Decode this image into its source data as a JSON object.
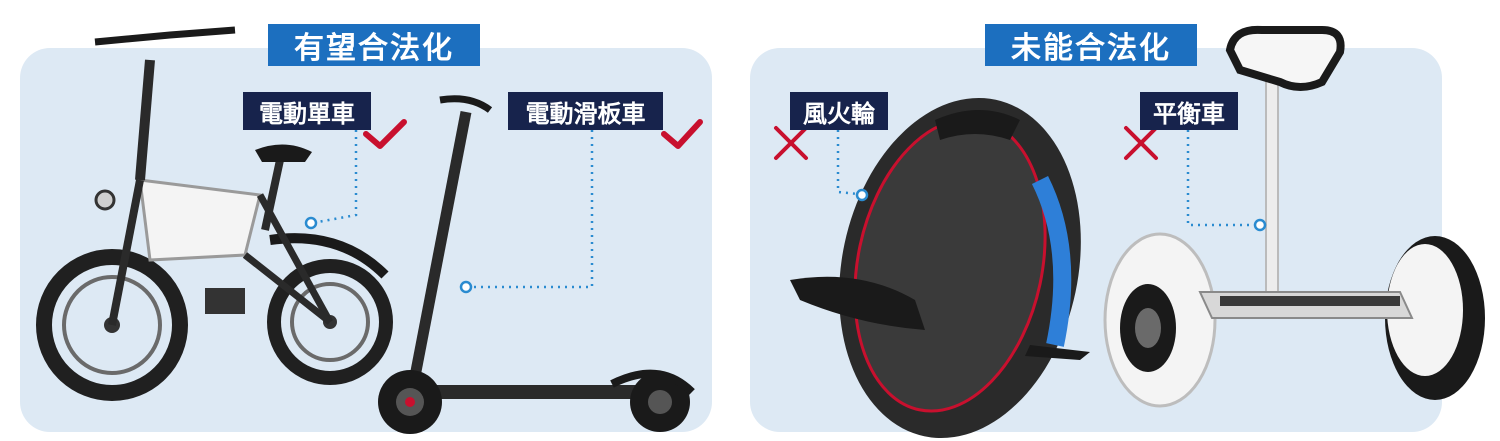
{
  "colors": {
    "panel_bg": "#dde9f4",
    "title_bg": "#1c6fbf",
    "label_bg": "#17234c",
    "check": "#c8102e",
    "cross": "#c8102e",
    "leader": "#2a8bd0"
  },
  "legal_group": {
    "title": "有望合法化",
    "items": [
      {
        "label": "電動單車",
        "status_icon": "check-icon"
      },
      {
        "label": "電動滑板車",
        "status_icon": "check-icon"
      }
    ]
  },
  "illegal_group": {
    "title": "未能合法化",
    "items": [
      {
        "label": "風火輪",
        "status_icon": "cross-icon"
      },
      {
        "label": "平衡車",
        "status_icon": "cross-icon"
      }
    ]
  }
}
